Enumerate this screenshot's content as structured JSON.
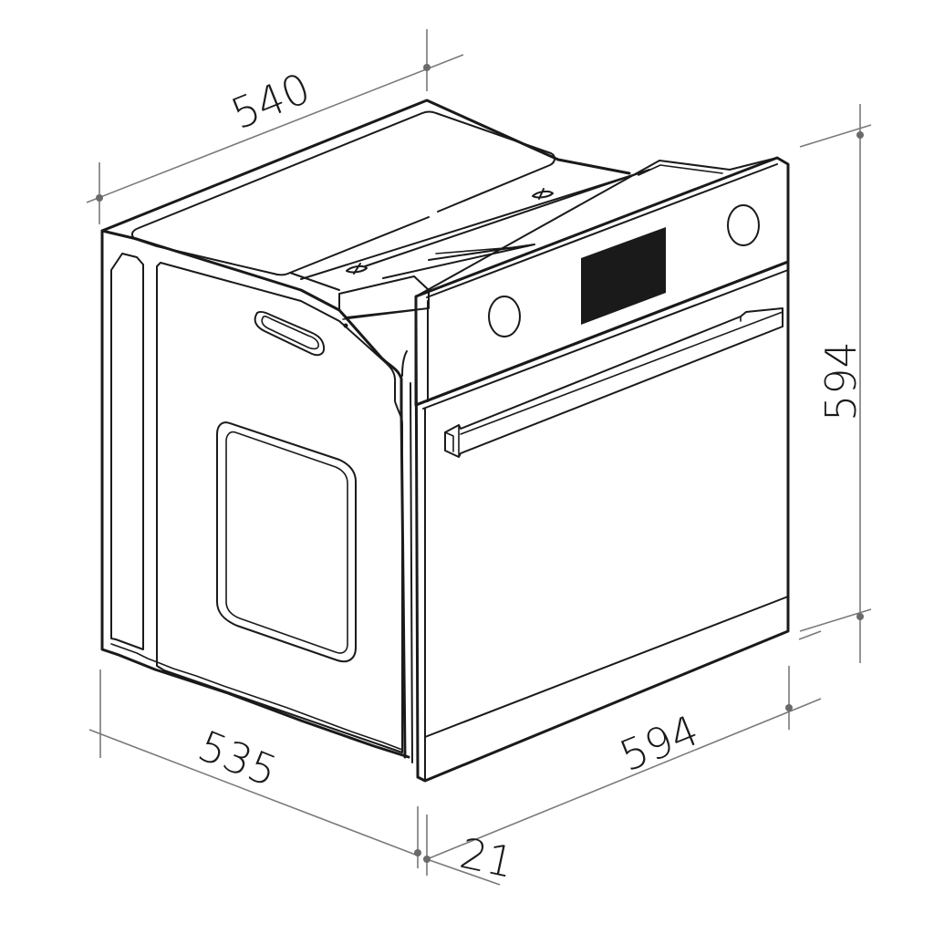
{
  "diagram": {
    "subject": "Built-in oven dimension drawing",
    "units": "mm",
    "colors": {
      "outline": "#1a1a1a",
      "dimension_line": "#7a7a7a",
      "display": "#1a1a1a",
      "background": "#ffffff"
    },
    "dimensions": {
      "top_depth": "540",
      "height": "594",
      "body_depth": "535",
      "width": "594",
      "front_panel_thickness": "21"
    },
    "components": [
      "oven-body",
      "side-panel",
      "top-panel",
      "control-panel",
      "left-knob",
      "right-knob",
      "display-screen",
      "door",
      "door-handle",
      "side-handle-slot",
      "side-vent-window"
    ]
  }
}
